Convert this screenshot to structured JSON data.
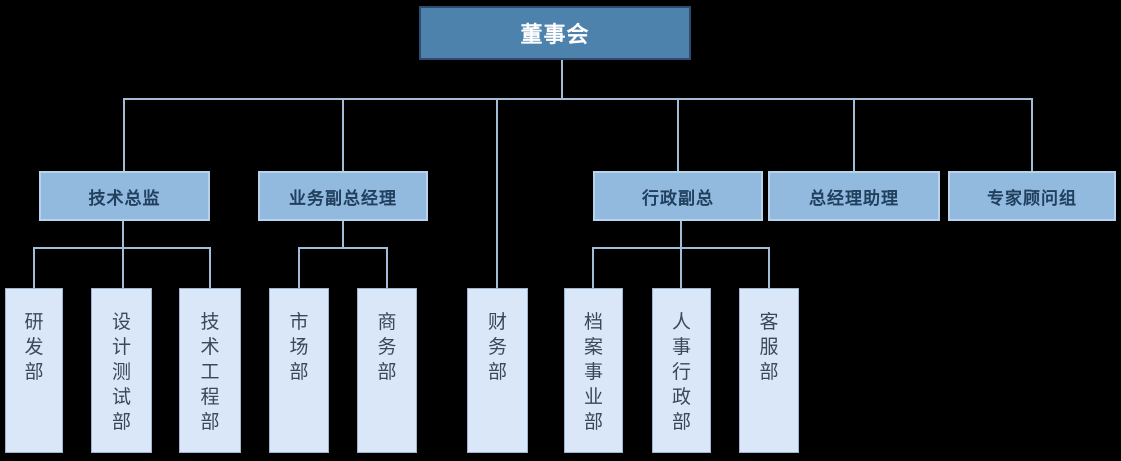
{
  "org_chart": {
    "title": "organization-chart",
    "root": {
      "label": "董事会"
    },
    "level2": [
      {
        "label": "技术总监"
      },
      {
        "label": "业务副总经理"
      },
      {
        "label": "行政副总"
      },
      {
        "label": "总经理助理"
      },
      {
        "label": "专家顾问组"
      }
    ],
    "level3": [
      {
        "label": "研发部",
        "parent": "技术总监"
      },
      {
        "label": "设计测试部",
        "parent": "技术总监"
      },
      {
        "label": "技术工程部",
        "parent": "技术总监"
      },
      {
        "label": "市场部",
        "parent": "业务副总经理"
      },
      {
        "label": "商务部",
        "parent": "业务副总经理"
      },
      {
        "label": "财务部",
        "parent": "董事会"
      },
      {
        "label": "档案事业部",
        "parent": "行政副总"
      },
      {
        "label": "人事行政部",
        "parent": "行政副总"
      },
      {
        "label": "客服部",
        "parent": "行政副总"
      }
    ],
    "colors": {
      "background": "#000000",
      "root_fill": "#4d82ad",
      "root_border": "#2e4d6e",
      "root_text": "#ffffff",
      "level2_fill": "#92b9de",
      "level2_border": "#b7d2ea",
      "level2_text": "#20405e",
      "level3_fill": "#d9e7f9",
      "level3_border": "#9db6cf",
      "level3_text": "#3b4856",
      "connector": "#a3bdd6"
    }
  }
}
